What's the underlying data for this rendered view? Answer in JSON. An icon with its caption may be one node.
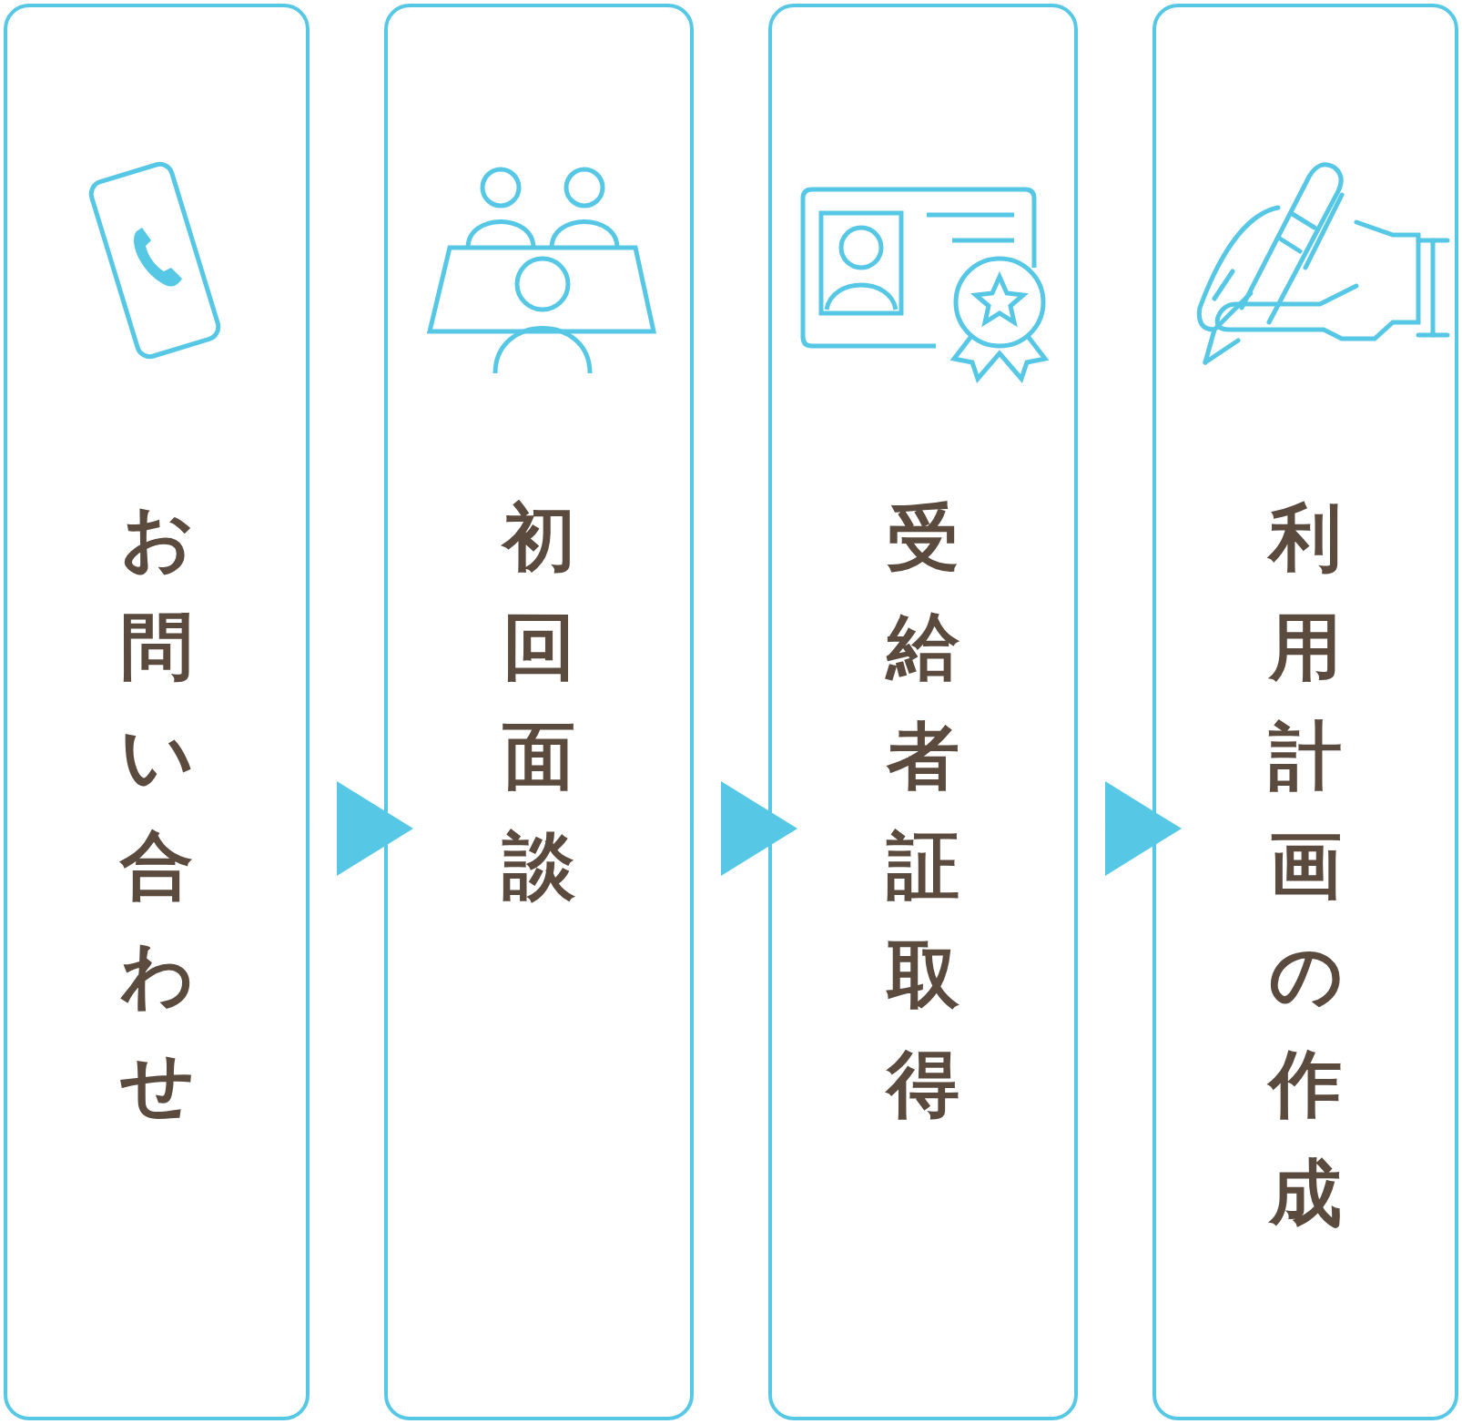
{
  "diagram": {
    "nodes": [
      {
        "text": [
          "お問い合わせ"
        ]
      },
      {
        "text": [
          "初回面談"
        ]
      },
      {
        "text": [
          "受給者証取得"
        ]
      },
      {
        "text": [
          "利用計画の作成"
        ]
      }
    ],
    "edges": [
      {
        "from": 0,
        "to": 1,
        "arrow": "to"
      },
      {
        "from": 1,
        "to": 2,
        "arrow": "to"
      },
      {
        "from": 2,
        "to": 3,
        "arrow": "to"
      }
    ]
  }
}
